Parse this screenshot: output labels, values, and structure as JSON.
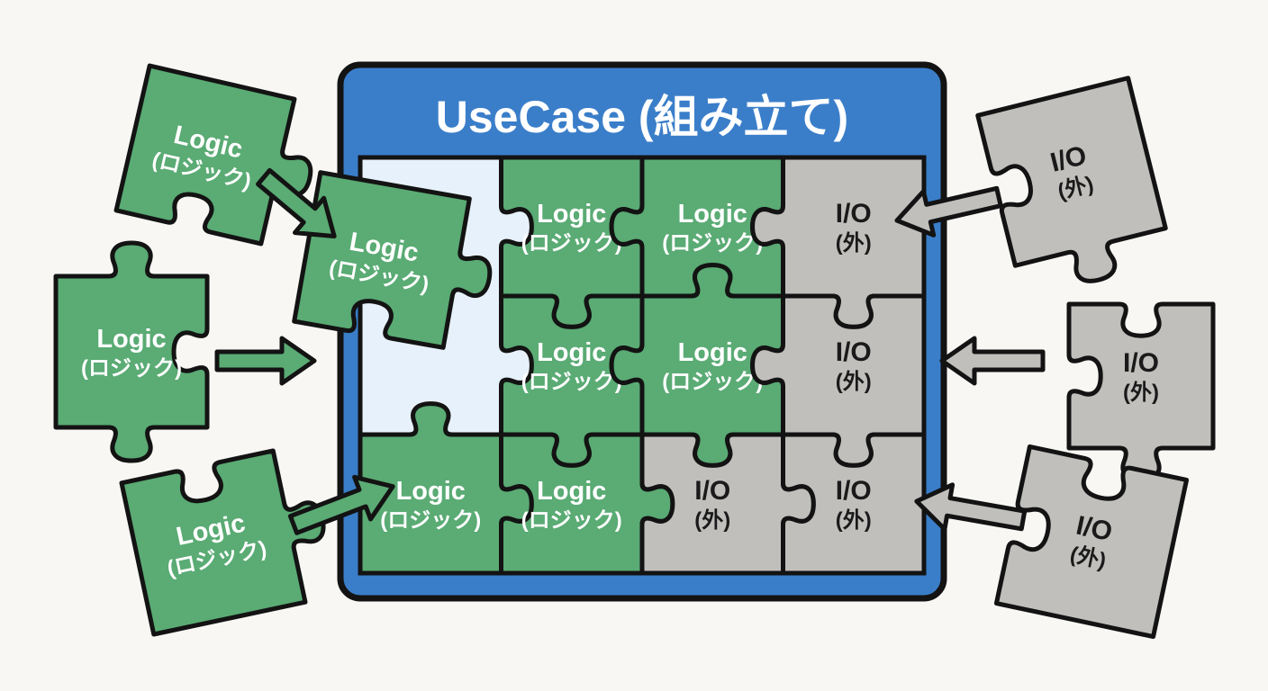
{
  "title": "UseCase (組み立て)",
  "colors": {
    "page_bg": "#f8f7f4",
    "container_blue": "#3a7ec9",
    "panel_bg": "#e7f1fb",
    "logic_green": "#5aab74",
    "io_gray": "#c0bfbc",
    "outline": "#131313",
    "title_text": "#ffffff",
    "logic_text": "#ffffff",
    "io_text": "#1a1a1a"
  },
  "grid": {
    "rows": 3,
    "cols": 4,
    "cells": [
      {
        "row": 1,
        "col": 1,
        "type": "empty-slot"
      },
      {
        "row": 1,
        "col": 2,
        "type": "logic",
        "label": "Logic",
        "sublabel": "(ロジック)"
      },
      {
        "row": 1,
        "col": 3,
        "type": "logic",
        "label": "Logic",
        "sublabel": "(ロジック)"
      },
      {
        "row": 1,
        "col": 4,
        "type": "io",
        "label": "I/O",
        "sublabel": "(外)"
      },
      {
        "row": 2,
        "col": 1,
        "type": "empty-slot"
      },
      {
        "row": 2,
        "col": 2,
        "type": "logic",
        "label": "Logic",
        "sublabel": "(ロジック)"
      },
      {
        "row": 2,
        "col": 3,
        "type": "logic",
        "label": "Logic",
        "sublabel": "(ロジック)"
      },
      {
        "row": 2,
        "col": 4,
        "type": "io",
        "label": "I/O",
        "sublabel": "(外)"
      },
      {
        "row": 3,
        "col": 1,
        "type": "logic",
        "label": "Logic",
        "sublabel": "(ロジック)"
      },
      {
        "row": 3,
        "col": 2,
        "type": "logic",
        "label": "Logic",
        "sublabel": "(ロジック)"
      },
      {
        "row": 3,
        "col": 3,
        "type": "io",
        "label": "I/O",
        "sublabel": "(外)"
      },
      {
        "row": 3,
        "col": 4,
        "type": "io",
        "label": "I/O",
        "sublabel": "(外)"
      }
    ]
  },
  "incoming_pieces": [
    {
      "id": "logic-piece-top-left",
      "type": "logic",
      "label": "Logic",
      "sublabel": "(ロジック)",
      "position": "outside-top-left"
    },
    {
      "id": "logic-piece-middle-left",
      "type": "logic",
      "label": "Logic",
      "sublabel": "(ロジック)",
      "position": "outside-middle-left"
    },
    {
      "id": "logic-piece-bottom-left",
      "type": "logic",
      "label": "Logic",
      "sublabel": "(ロジック)",
      "position": "outside-bottom-left"
    },
    {
      "id": "logic-piece-fitting-into-slot",
      "type": "logic",
      "label": "Logic",
      "sublabel": "(ロジック)",
      "position": "entering-empty-slot"
    },
    {
      "id": "io-piece-top-right",
      "type": "io",
      "label": "I/O",
      "sublabel": "(外)",
      "position": "outside-top-right"
    },
    {
      "id": "io-piece-middle-right",
      "type": "io",
      "label": "I/O",
      "sublabel": "(外)",
      "position": "outside-middle-right"
    },
    {
      "id": "io-piece-bottom-right",
      "type": "io",
      "label": "I/O",
      "sublabel": "(外)",
      "position": "outside-bottom-right"
    }
  ],
  "arrows": [
    {
      "id": "arrow-topleft-into-slot",
      "color": "green",
      "direction": "down-right"
    },
    {
      "id": "arrow-middleleft-into-grid",
      "color": "green",
      "direction": "right"
    },
    {
      "id": "arrow-bottomleft-into-grid",
      "color": "green",
      "direction": "up-right"
    },
    {
      "id": "arrow-topright-into-grid",
      "color": "gray",
      "direction": "down-left"
    },
    {
      "id": "arrow-middleright-into-grid",
      "color": "gray",
      "direction": "left"
    },
    {
      "id": "arrow-bottomright-into-grid",
      "color": "gray",
      "direction": "up-left"
    }
  ]
}
